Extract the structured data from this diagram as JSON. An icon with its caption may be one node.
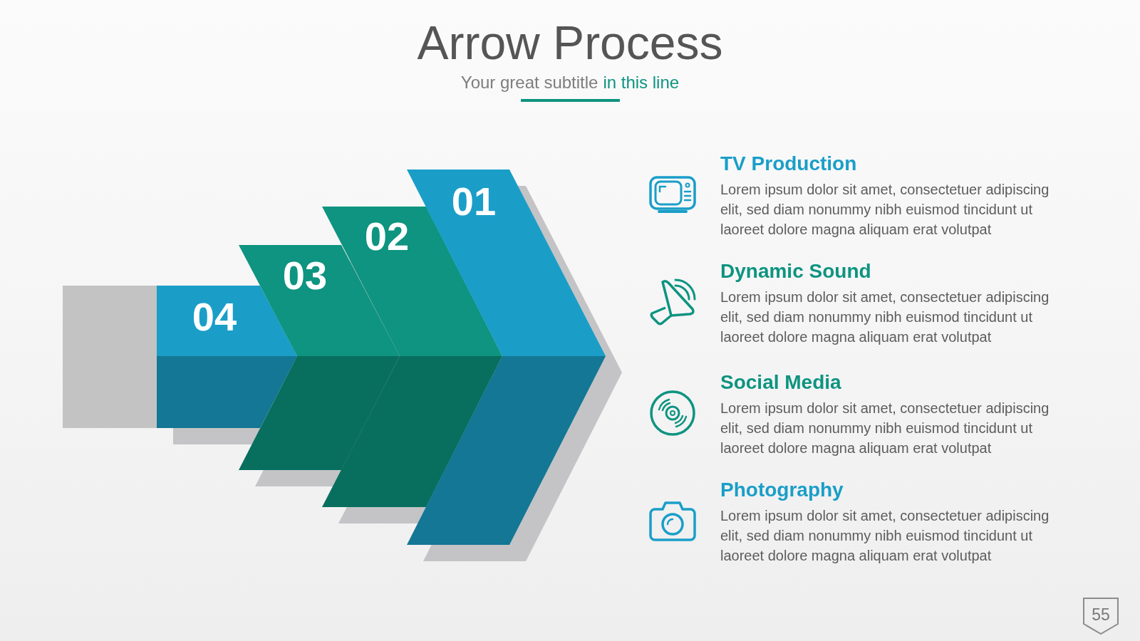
{
  "diagram": {
    "title": "Arrow Process",
    "nodes": [
      {
        "text": [
          "01"
        ]
      },
      {
        "text": [
          "02"
        ]
      },
      {
        "text": [
          "03"
        ]
      },
      {
        "text": [
          "04"
        ]
      },
      {
        "text": [],
        "shape": "box"
      },
      {
        "text": [
          "55"
        ]
      }
    ],
    "labels": [
      "Your great subtitle",
      "in this line",
      "TV Production",
      "Lorem ipsum dolor sit amet, consectetuer adipiscing elit, sed diam nonummy nibh euismod tincidunt ut laoreet dolore magna aliquam erat volutpat",
      "Dynamic Sound",
      "Lorem ipsum dolor sit amet, consectetuer adipiscing elit, sed diam nonummy nibh euismod tincidunt ut laoreet dolore magna aliquam erat volutpat",
      "Social Media",
      "Lorem ipsum dolor sit amet, consectetuer adipiscing elit, sed diam nonummy nibh euismod tincidunt ut laoreet dolore magna aliquam erat volutpat",
      "Photography",
      "Lorem ipsum dolor sit amet, consectetuer adipiscing elit, sed diam nonummy nibh euismod tincidunt ut laoreet dolore magna aliquam erat volutpat"
    ]
  }
}
